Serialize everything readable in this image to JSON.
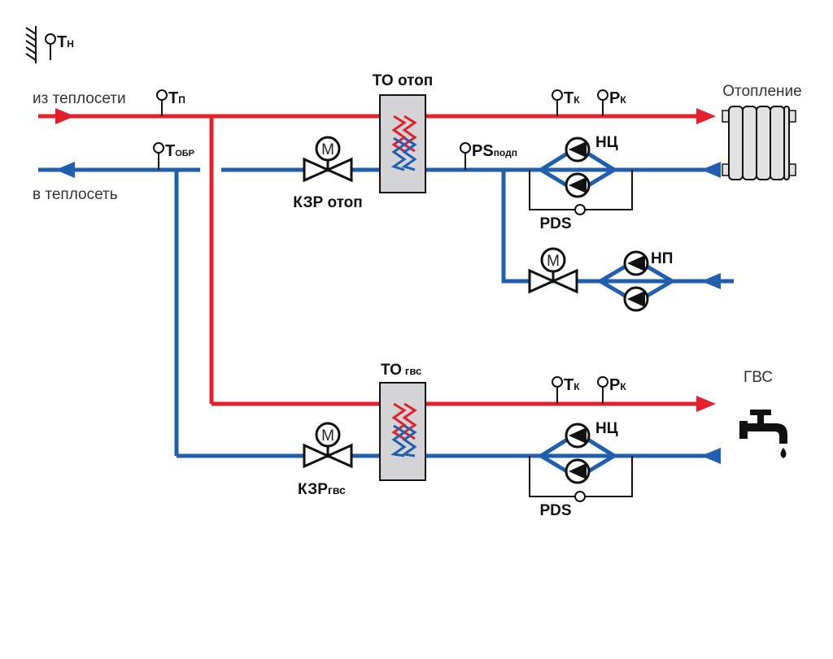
{
  "colors": {
    "supply": "#e3202c",
    "return": "#1f5fae",
    "hx_fill": "#d4d4d6",
    "outline": "#111111",
    "radiator": "#e2e2e2"
  },
  "sensors": {
    "outdoor": {
      "label": "T",
      "sub": "Н"
    },
    "from_net": {
      "label": "T",
      "sub": "П"
    },
    "to_net": {
      "label": "T",
      "sub": "ОБР"
    },
    "heat_tk": {
      "label": "T",
      "sub": "К"
    },
    "heat_pk": {
      "label": "P",
      "sub": "К"
    },
    "heat_ps": {
      "label": "PS",
      "sub": "подп"
    },
    "dhw_tk": {
      "label": "T",
      "sub": "К"
    },
    "dhw_pk": {
      "label": "P",
      "sub": "К"
    }
  },
  "pipes": {
    "from_network": "из теплосети",
    "to_network": "в теплосеть"
  },
  "heating": {
    "hx_label": "ТО отоп",
    "valve_label": "КЗР отоп",
    "circ_pump_label": "НЦ",
    "pds_label": "PDS",
    "consumer_label": "Отопление"
  },
  "makeup": {
    "pump_label": "НП"
  },
  "dhw": {
    "hx_label_main": "ТО",
    "hx_label_sub": "гвс",
    "valve_label_main": "КЗР",
    "valve_label_sub": "гвс",
    "circ_pump_label": "НЦ",
    "pds_label": "PDS",
    "consumer_label": "ГВС"
  },
  "icons": {
    "motor": "M",
    "pump": "pump-icon",
    "valve": "valve-icon",
    "radiator": "radiator-icon",
    "faucet": "faucet-icon",
    "sensor": "sensor-probe-icon",
    "wall": "wall-hatch-icon"
  }
}
